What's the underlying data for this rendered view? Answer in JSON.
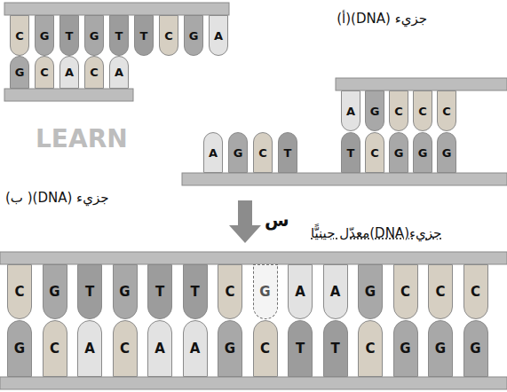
{
  "diagram": {
    "labels": [
      "جزيء (DNA)(أ)",
      "C",
      "G",
      "T",
      "G",
      "T",
      "T",
      "C",
      "G",
      "A",
      "G",
      "C",
      "A",
      "C",
      "A",
      "LEARN",
      "A",
      "G",
      "C",
      "C",
      "C",
      "A",
      "G",
      "C",
      "T",
      "T",
      "C",
      "G",
      "G",
      "G",
      "جزيء (DNA)( ب)",
      "س",
      "جزيء(DNA)معدّل جينيًّا",
      "C",
      "G",
      "T",
      "G",
      "T",
      "T",
      "C",
      "G",
      "A",
      "A",
      "G",
      "C",
      "C",
      "C",
      "G",
      "C",
      "A",
      "C",
      "A",
      "A",
      "G",
      "C",
      "T",
      "T",
      "C",
      "G",
      "G",
      "G"
    ]
  }
}
